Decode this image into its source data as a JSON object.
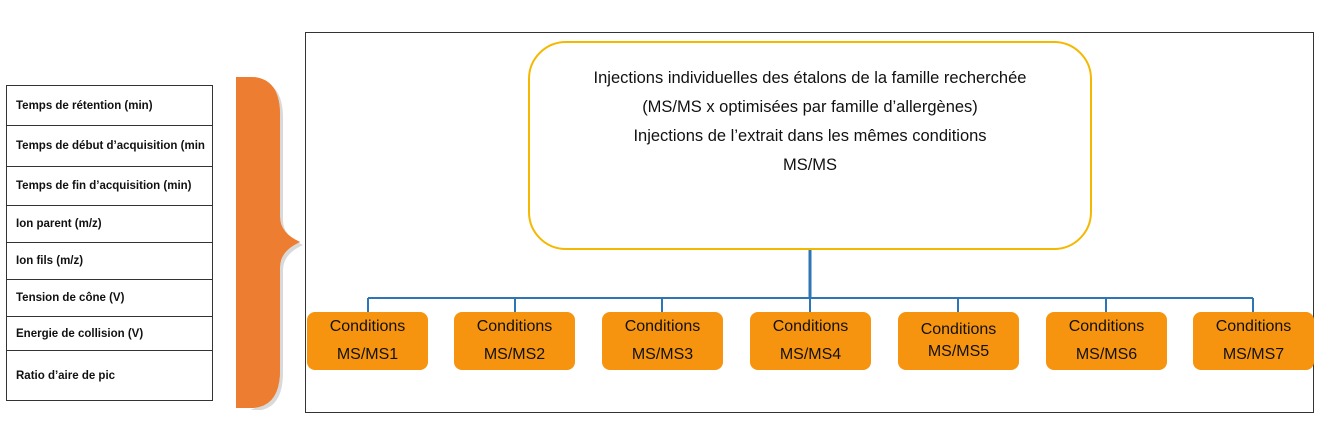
{
  "parameters": [
    "Temps de rétention (min)",
    "Temps de début d’acquisition (min",
    "Temps de fin d’acquisition (min)",
    "Ion parent (m/z)",
    "Ion fils (m/z)",
    "Tension de cône (V)",
    "Energie de collision (V)",
    "Ratio d’aire de pic"
  ],
  "top_box": {
    "line1": "Injections individuelles des étalons de la famille recherchée",
    "line2": "(MS/MS x optimisées par famille d’allergènes)",
    "line3": "Injections de l’extrait dans les mêmes conditions",
    "line4": "MS/MS"
  },
  "conditions": [
    {
      "line1": "Conditions",
      "line2": "MS/MS1"
    },
    {
      "line1": "Conditions",
      "line2": "MS/MS2"
    },
    {
      "line1": "Conditions",
      "line2": "MS/MS3"
    },
    {
      "line1": "Conditions",
      "line2": "MS/MS4"
    },
    {
      "line1": "Conditions",
      "line2": "MS/MS5"
    },
    {
      "line1": "Conditions",
      "line2": "MS/MS6"
    },
    {
      "line1": "Conditions",
      "line2": "MS/MS7"
    }
  ],
  "colors": {
    "brace": "#ed7d31",
    "top_box_border": "#f5b800",
    "condition_fill": "#f7940f",
    "connector": "#2e75b6"
  }
}
